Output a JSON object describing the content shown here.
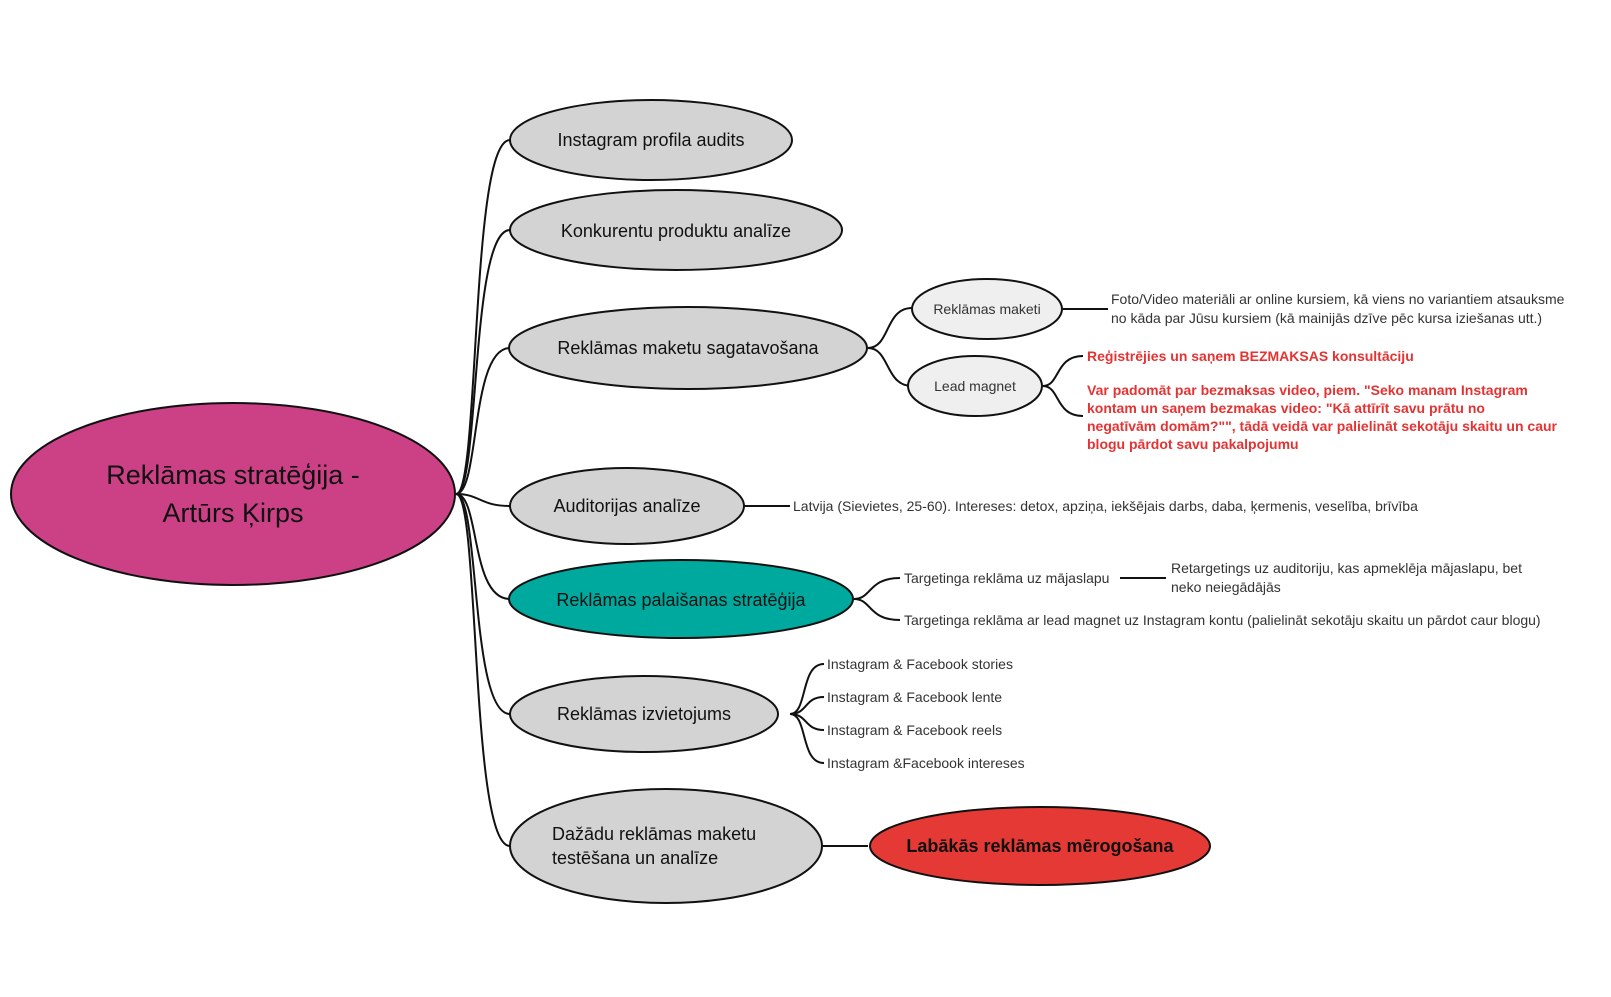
{
  "root": {
    "line1": "Reklāmas stratēģija -",
    "line2": "Artūrs Ķirps",
    "color": "#cc4186"
  },
  "branches": {
    "instagram_audit": "Instagram profila audits",
    "competitor": "Konkurentu produktu analīze",
    "ad_mockups": "Reklāmas maketu sagatavošana",
    "audience": "Auditorijas analīze",
    "launch": "Reklāmas palaišanas stratēģija",
    "placement": "Reklāmas izvietojums",
    "testing_line1": "Dažādu reklāmas maketu",
    "testing_line2": "testēšana un analīze"
  },
  "mockups": {
    "maketi": "Reklāmas maketi",
    "maketi_note_line1": "Foto/Video materiāli ar online kursiem, kā viens no variantiem atsauksme",
    "maketi_note_line2": "no kāda par Jūsu kursiem (kā mainijās dzīve pēc kursa iziešanas utt.)",
    "lead": "Lead magnet",
    "lead_note1": "Reģistrējies un saņem BEZMAKSAS konsultāciju",
    "lead_note2_line1": "Var padomāt par bezmaksas video, piem. \"Seko manam Instagram",
    "lead_note2_line2": "kontam un saņem bezmakas video: \"Kā attīrīt savu prātu no",
    "lead_note2_line3": "negatīvām domām?\"\", tādā veidā var palielināt sekotāju skaitu un caur",
    "lead_note2_line4": "blogu pārdot savu pakalpojumu"
  },
  "audience_note": "Latvija (Sievietes, 25-60). Intereses: detox, apziņa, iekšējais darbs, daba, ķermenis, veselība, brīvība",
  "launch_items": {
    "site": "Targetinga reklāma uz mājaslapu",
    "site_note_line1": "Retargetings uz auditoriju, kas apmeklēja mājaslapu, bet",
    "site_note_line2": "neko neiegādājās",
    "lead": "Targetinga reklāma ar lead magnet uz Instagram kontu (palielināt sekotāju skaitu un pārdot caur blogu)"
  },
  "placement_items": [
    "Instagram & Facebook stories",
    "Instagram & Facebook lente",
    "Instagram & Facebook reels",
    "Instagram &Facebook intereses"
  ],
  "scaling": "Labākās reklāmas mērogošana",
  "colors": {
    "gray_node": "#d3d3d3",
    "light_node": "#efefef",
    "teal_node": "#00a99d",
    "red_node": "#e53935",
    "red_text": "#e53333"
  }
}
